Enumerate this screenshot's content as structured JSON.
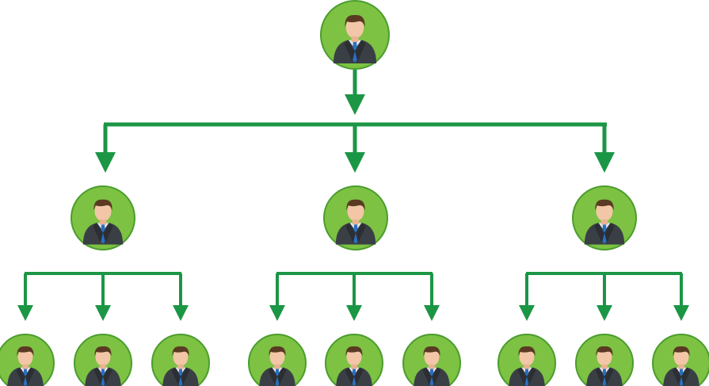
{
  "diagram": {
    "type": "org-hierarchy",
    "levels": [
      1,
      3,
      9
    ],
    "colors": {
      "node_fill": "#7dc242",
      "node_border": "#4a9d2e",
      "connector": "#1b9645",
      "suit": "#3a3f45",
      "tie": "#2a6fc0",
      "hair": "#5a3a22",
      "skin": "#f3c6a8"
    },
    "icons": [
      "businessman-avatar-icon",
      "arrow-down-icon"
    ]
  }
}
